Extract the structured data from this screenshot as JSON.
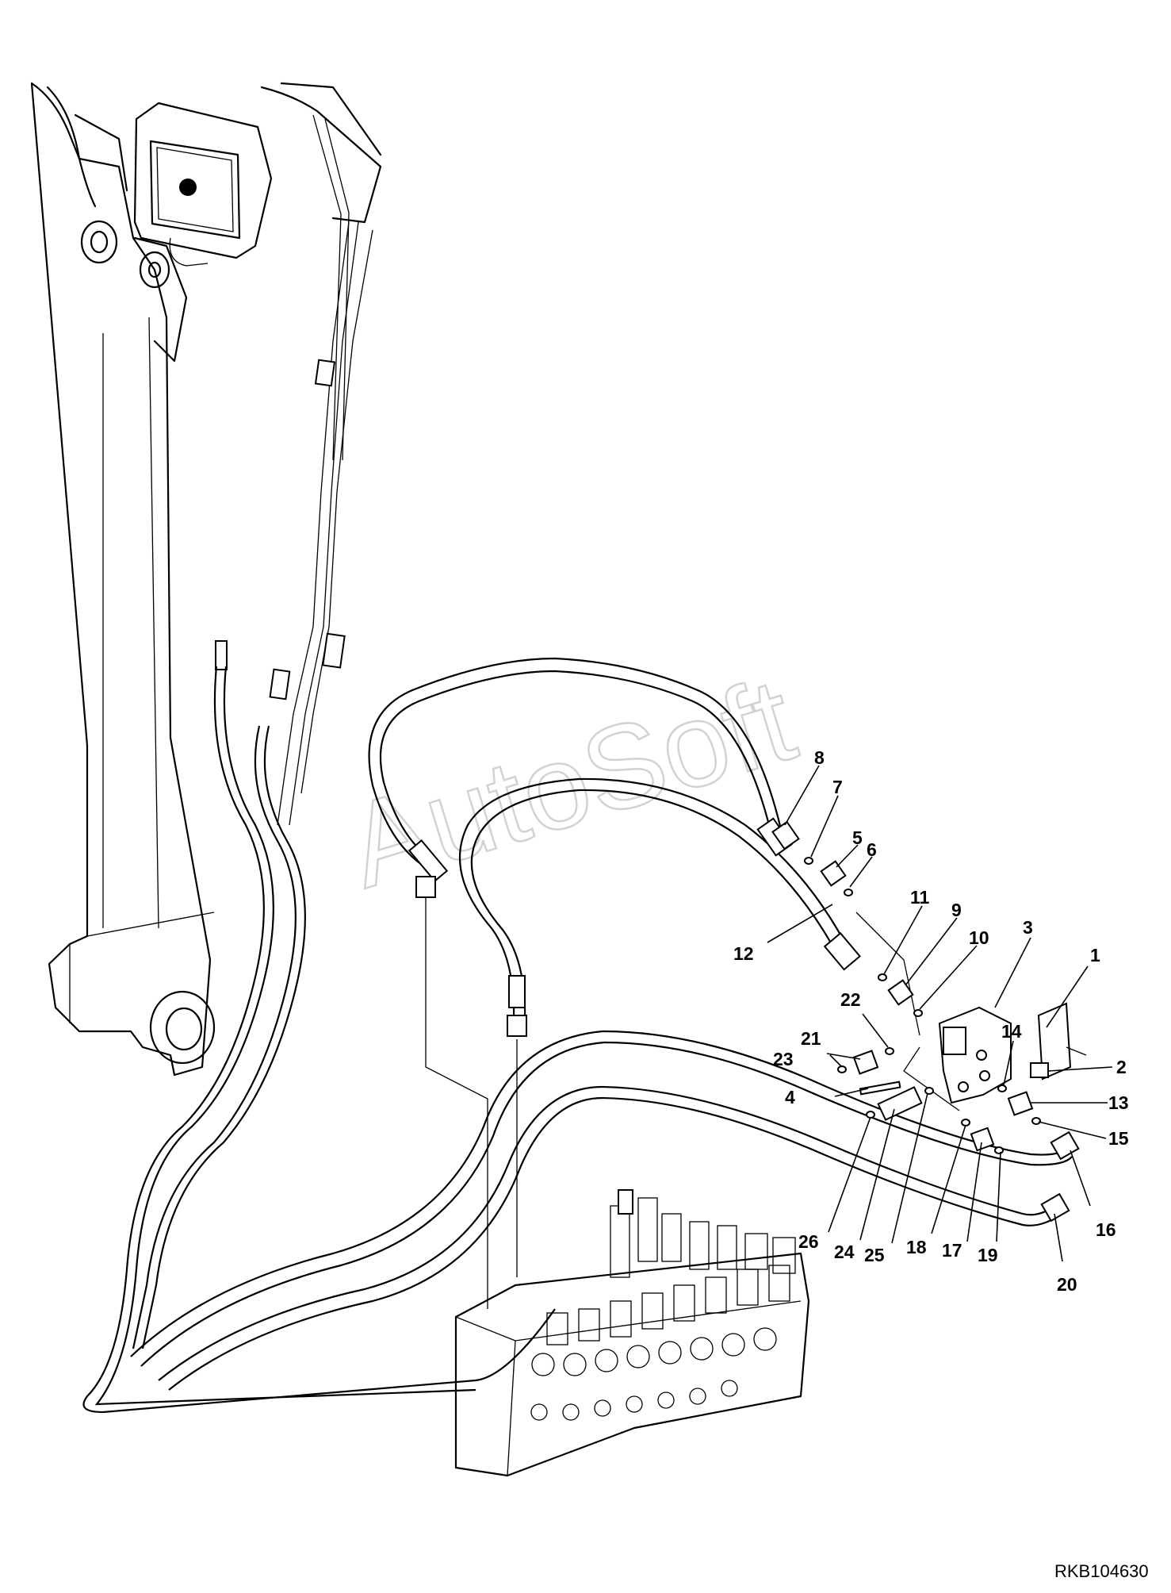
{
  "watermark": "AutoSoft",
  "drawing_number": "RKB104630",
  "callouts": [
    "1",
    "2",
    "3",
    "4",
    "5",
    "6",
    "7",
    "8",
    "9",
    "10",
    "11",
    "12",
    "13",
    "14",
    "15",
    "16",
    "17",
    "18",
    "19",
    "20",
    "21",
    "22",
    "23",
    "24",
    "25",
    "26"
  ]
}
